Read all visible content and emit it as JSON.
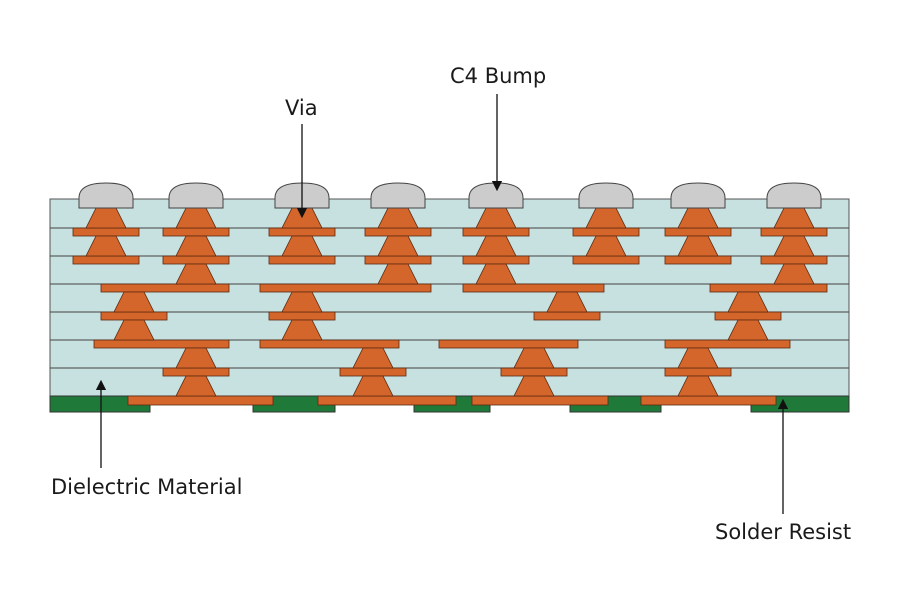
{
  "labels": {
    "c4_bump": "C4 Bump",
    "via": "Via",
    "dielectric": "Dielectric Material",
    "solder_resist": "Solder Resist"
  },
  "colors": {
    "dielectric": "#c7e0e0",
    "copper": "#d4652b",
    "bump": "#cccccc",
    "solder_resist": "#1f7a3a",
    "outline": "#333333"
  }
}
